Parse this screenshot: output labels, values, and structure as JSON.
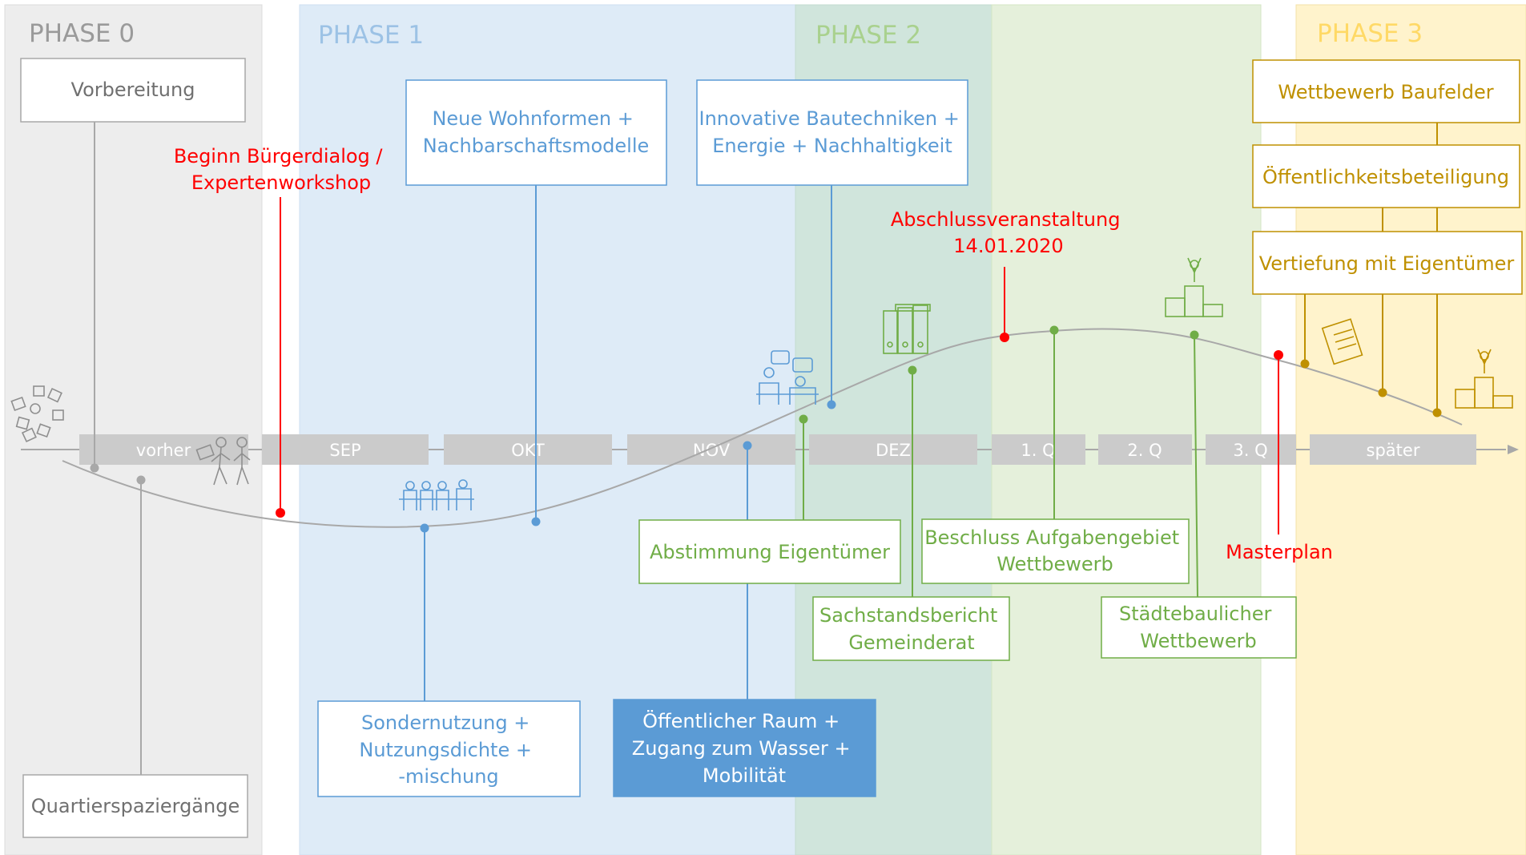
{
  "colors": {
    "gray": "#a8a8a8",
    "gray_text": "#707070",
    "blue": "#5b9bd5",
    "green": "#70ad47",
    "gold": "#bf9000",
    "red": "#ff0000",
    "phase0_bg": "#ededed",
    "phase1_bg": "#deebf7",
    "phase2a_bg": "#d0e5dc",
    "phase2b_bg": "#e5f0db",
    "phase3_bg": "#fff3cc",
    "bar": "#cbcbcb"
  },
  "phases": [
    {
      "label": "PHASE 0",
      "color": "gray"
    },
    {
      "label": "PHASE 1",
      "color": "blue"
    },
    {
      "label": "PHASE 2",
      "color": "green"
    },
    {
      "label": "PHASE 3",
      "color": "gold"
    }
  ],
  "timeline": [
    "vorher",
    "SEP",
    "OKT",
    "NOV",
    "DEZ",
    "1. Q",
    "2. Q",
    "3. Q",
    "später"
  ],
  "boxes": {
    "vorbereitung": [
      "Vorbereitung"
    ],
    "quartier": [
      "Quartierspaziergänge"
    ],
    "wohnformen": [
      "Neue Wohnformen +",
      "Nachbarschaftsmodelle"
    ],
    "sondernutzung": [
      "Sondernutzung +",
      "Nutzungsdichte +",
      "-mischung"
    ],
    "bautechniken": [
      "Innovative Bautechniken +",
      "Energie + Nachhaltigkeit"
    ],
    "raum": [
      "Öffentlicher Raum +",
      "Zugang zum Wasser +",
      "Mobilität"
    ],
    "abstimmung": [
      "Abstimmung Eigentümer"
    ],
    "sachstand": [
      "Sachstandsbericht",
      "Gemeinderat"
    ],
    "beschluss": [
      "Beschluss Aufgabengebiet",
      "Wettbewerb"
    ],
    "staedtebau": [
      "Städtebaulicher",
      "Wettbewerb"
    ],
    "baufelder": [
      "Wettbewerb Baufelder"
    ],
    "oeffentlichkeit": [
      "Öffentlichkeitsbeteiligung"
    ],
    "vertiefung": [
      "Vertiefung mit Eigentümer"
    ]
  },
  "red_labels": {
    "buergerdialog": [
      "Beginn Bürgerdialog /",
      "Expertenworkshop"
    ],
    "abschluss": [
      "Abschlussveranstaltung",
      "14.01.2020"
    ],
    "masterplan": [
      "Masterplan"
    ]
  },
  "icons": [
    "sticky-notes-icon",
    "walking-people-icon",
    "meeting-table-icon",
    "discussion-icon",
    "binders-icon",
    "podium-icon",
    "document-icon"
  ]
}
